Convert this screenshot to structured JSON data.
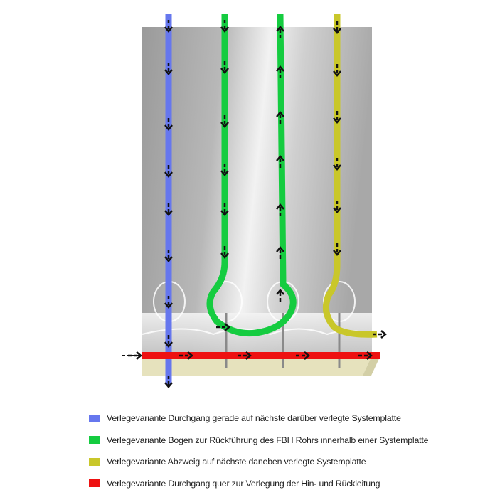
{
  "colors": {
    "blue": "#6677ee",
    "green": "#15cc40",
    "yellow": "#c9c72a",
    "red": "#ee1111",
    "board_light": "#cfcfcf",
    "board_dark": "#8c8c8c",
    "insulation": "#e6e2bd",
    "arrow": "#111111"
  },
  "legend": [
    {
      "color": "#6677ee",
      "label": "Verlegevariante Durchgang gerade auf nächste darüber verlegte Systemplatte"
    },
    {
      "color": "#15cc40",
      "label": "Verlegevariante Bogen zur Rückführung des FBH Rohrs innerhalb einer Systemplatte"
    },
    {
      "color": "#c9c72a",
      "label": "Verlegevariante Abzweig auf nächste daneben verlegte Systemplatte"
    },
    {
      "color": "#ee1111",
      "label": "Verlegevariante Durchgang quer zur Verlegung der Hin- und Rückleitung"
    }
  ]
}
